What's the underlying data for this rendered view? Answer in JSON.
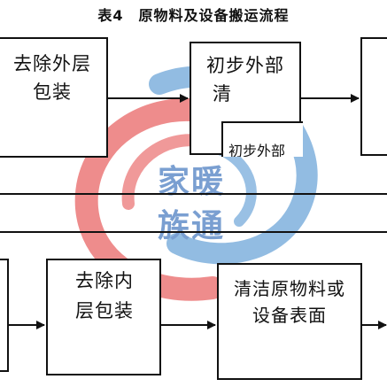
{
  "title": "表4　原物料及设备搬运流程",
  "steps": {
    "remove_outer": [
      "去除外层",
      "包装"
    ],
    "initial_clean": [
      "初步外部",
      "清"
    ],
    "hidden_partial": "初步外部",
    "remove_inner": [
      "去除内",
      "层包装"
    ],
    "clean_surface": [
      "清洁原物料或",
      "设备表面"
    ]
  },
  "watermark": {
    "line1": "家暖",
    "line2": "族通",
    "colors": {
      "red": "#ec7f80",
      "blue": "#7fb0dd"
    }
  },
  "colors": {
    "line": "#111111",
    "background": "#ffffff"
  }
}
